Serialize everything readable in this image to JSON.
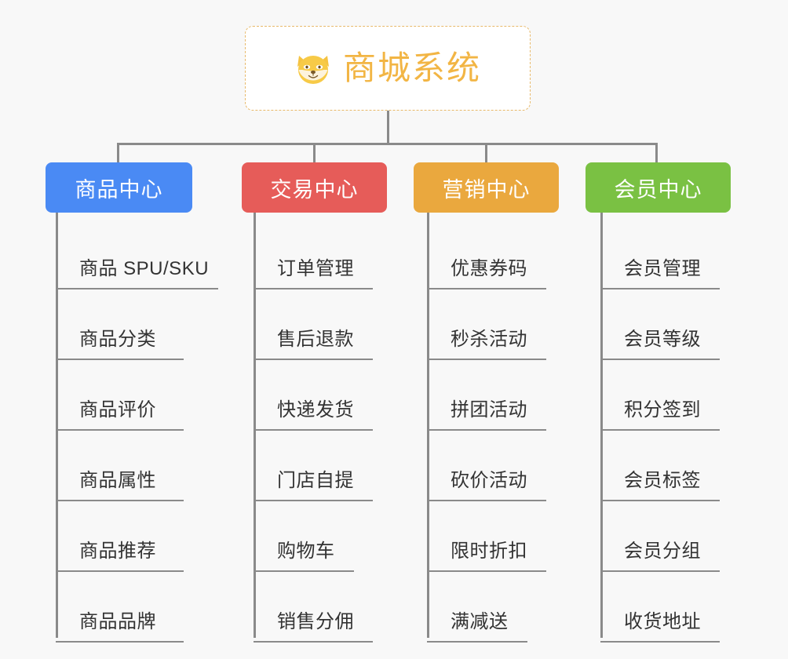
{
  "page": {
    "background_color": "#f8f8f8",
    "line_color": "#8a8a8a"
  },
  "root": {
    "title": "商城系统",
    "icon": "shiba-dog-face-icon",
    "text_color": "#f2b544",
    "border_color": "#e8b96a",
    "background_color": "#ffffff"
  },
  "columns": [
    {
      "label": "商品中心",
      "color": "#4a8af4",
      "items": [
        "商品 SPU/SKU",
        "商品分类",
        "商品评价",
        "商品属性",
        "商品推荐",
        "商品品牌"
      ]
    },
    {
      "label": "交易中心",
      "color": "#e65c59",
      "items": [
        "订单管理",
        "售后退款",
        "快递发货",
        "门店自提",
        "购物车",
        "销售分佣"
      ]
    },
    {
      "label": "营销中心",
      "color": "#eaa83e",
      "items": [
        "优惠券码",
        "秒杀活动",
        "拼团活动",
        "砍价活动",
        "限时折扣",
        "满减送"
      ]
    },
    {
      "label": "会员中心",
      "color": "#7ac143",
      "items": [
        "会员管理",
        "会员等级",
        "积分签到",
        "会员标签",
        "会员分组",
        "收货地址"
      ]
    }
  ]
}
